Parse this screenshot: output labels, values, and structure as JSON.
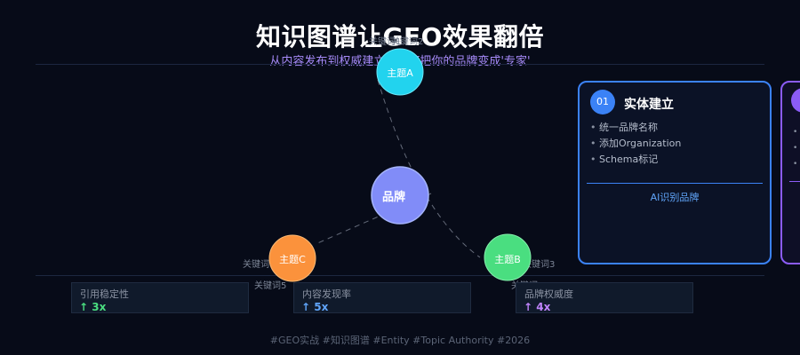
{
  "header": {
    "title": "知识图谱让GEO效果翻倍",
    "subtitle": "从内容发布到权威建立，如何把你的品牌变成'专家'"
  },
  "graph": {
    "center": {
      "label": "品牌",
      "color": "#818cf8"
    },
    "topics": [
      {
        "label": "主题A",
        "color": "#22d3ee",
        "keywords": [
          "关键词1",
          "关键词2"
        ]
      },
      {
        "label": "主题B",
        "color": "#4ade80",
        "keywords": [
          "关键词3",
          "关键词4"
        ]
      },
      {
        "label": "主题C",
        "color": "#fb923c",
        "keywords": [
          "关键词5",
          "关键词6"
        ]
      }
    ]
  },
  "card": {
    "number": "01",
    "title": "实体建立",
    "items": [
      "统一品牌名称",
      "添加Organization",
      "Schema标记"
    ],
    "footer": "AI识别品牌"
  },
  "stats": [
    {
      "label": "引用稳定性",
      "value": "↑ 3x",
      "color": "#4ade80"
    },
    {
      "label": "内容发现率",
      "value": "↑ 5x",
      "color": "#60a5fa"
    },
    {
      "label": "品牌权威度",
      "value": "↑ 4x",
      "color": "#c084fc"
    }
  ],
  "footer": "#GEO实战 #知识图谱 #Entity #Topic Authority #2026"
}
